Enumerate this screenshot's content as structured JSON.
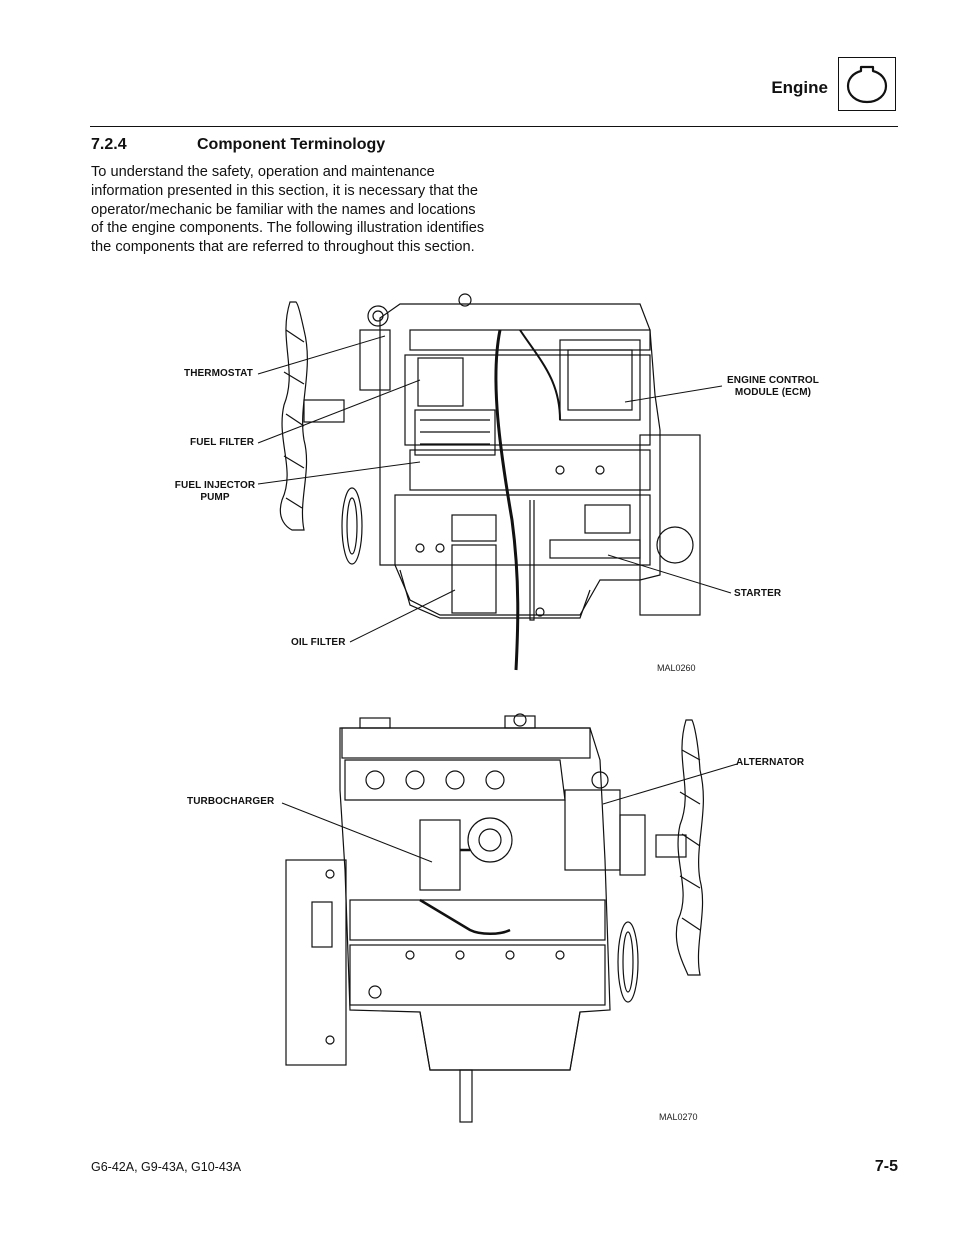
{
  "header": {
    "title": "Engine",
    "icon": "engine-icon"
  },
  "section": {
    "number": "7.2.4",
    "title": "Component Terminology",
    "intro": "To understand the safety, operation and maintenance information presented in this section, it is necessary that the operator/mechanic be familiar with the names and locations of the engine components. The following illustration identifies the components that are referred to throughout this section."
  },
  "figures": [
    {
      "code": "MAL0260",
      "labels": {
        "thermostat": "THERMOSTAT",
        "fuel_filter": "FUEL FILTER",
        "fuel_injector_pump_line1": "FUEL INJECTOR",
        "fuel_injector_pump_line2": "PUMP",
        "ecm_line1": "ENGINE CONTROL",
        "ecm_line2": "MODULE (ECM)",
        "starter": "STARTER",
        "oil_filter": "OIL FILTER"
      }
    },
    {
      "code": "MAL0270",
      "labels": {
        "alternator": "ALTERNATOR",
        "turbocharger": "TURBOCHARGER"
      }
    }
  ],
  "footer": {
    "models": "G6-42A, G9-43A, G10-43A",
    "page": "7-5"
  }
}
